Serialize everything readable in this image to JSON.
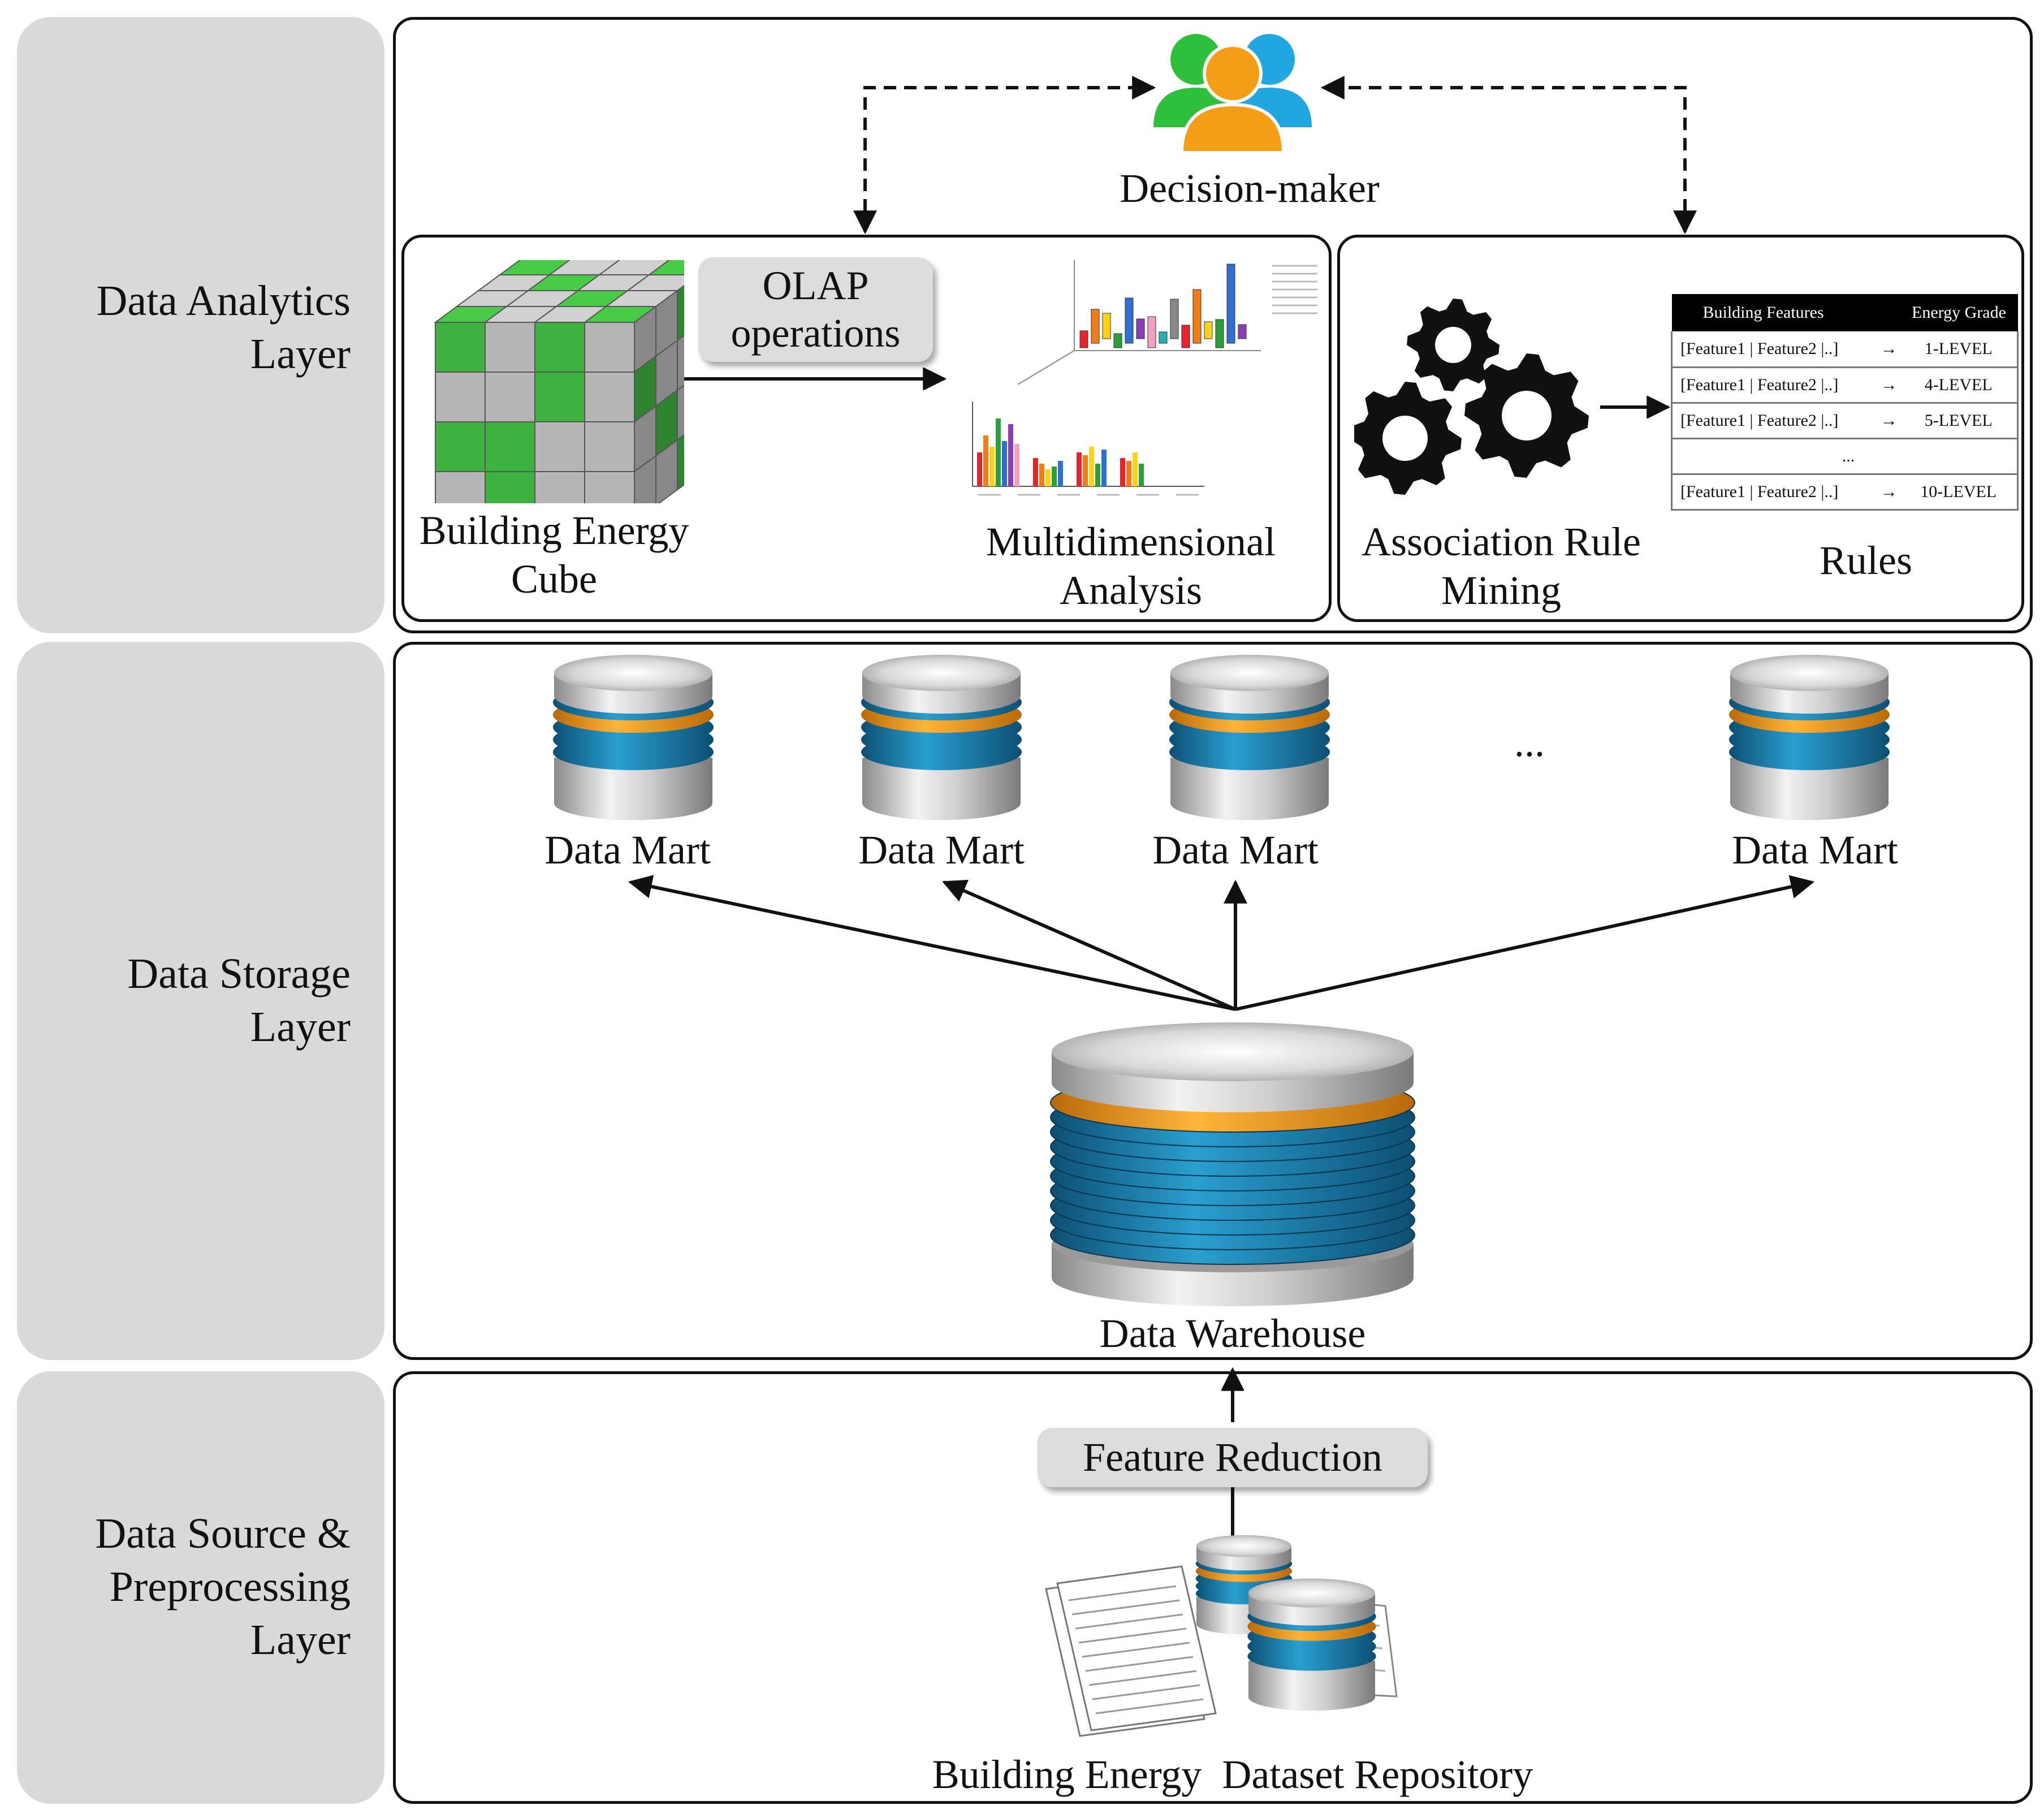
{
  "layers": [
    {
      "lines": [
        "Data Analytics",
        "Layer"
      ]
    },
    {
      "lines": [
        "Data Storage",
        "Layer"
      ]
    },
    {
      "lines": [
        "Data Source &",
        "Preprocessing",
        "Layer"
      ]
    }
  ],
  "analytics": {
    "decision_maker": "Decision-maker",
    "cube_label": [
      "Building Energy",
      "Cube"
    ],
    "olap": [
      "OLAP",
      "operations"
    ],
    "multi_label": [
      "Multidimensional",
      "Analysis"
    ],
    "arm_label": [
      "Association Rule",
      "Mining"
    ],
    "rules_label": "Rules",
    "rules_table": {
      "headers": [
        "Building Features",
        "Energy Grade"
      ],
      "rows": [
        {
          "features": "[Feature1 | Feature2 |..]",
          "arrow": "→",
          "grade": "1-LEVEL"
        },
        {
          "features": "[Feature1 | Feature2 |..]",
          "arrow": "→",
          "grade": "4-LEVEL"
        },
        {
          "features": "[Feature1 | Feature2 |..]",
          "arrow": "→",
          "grade": "5-LEVEL"
        },
        {
          "features": "...",
          "arrow": "",
          "grade": ""
        },
        {
          "features": "[Feature1 | Feature2 |..]",
          "arrow": "→",
          "grade": "10-LEVEL"
        }
      ]
    }
  },
  "storage": {
    "marts": [
      "Data Mart",
      "Data Mart",
      "Data Mart",
      "Data Mart"
    ],
    "ellipsis": "...",
    "warehouse": "Data Warehouse"
  },
  "source": {
    "feature_reduction": "Feature Reduction",
    "repository": "Building Energy  Dataset Repository"
  },
  "colors": {
    "cube_green": "#3fb13f",
    "cube_gray": "#b5b5b5",
    "disk_blue": "#1b7fae",
    "disk_orange": "#f39a1b",
    "person_green": "#2fbf3a",
    "person_blue": "#22a7e0",
    "person_orange": "#f59d16"
  }
}
